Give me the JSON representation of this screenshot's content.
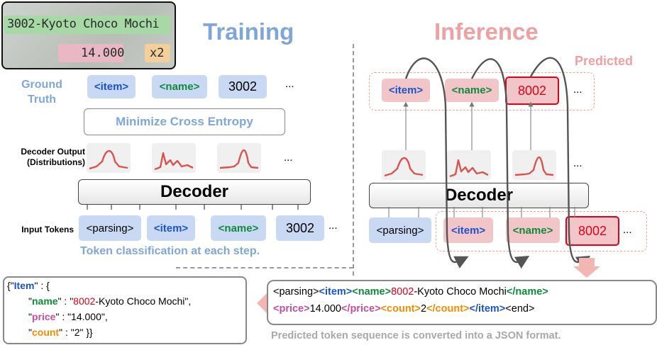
{
  "receipt": {
    "line1": "3002-Kyoto Choco Mochi",
    "price": "14.000",
    "count": "x2"
  },
  "training": {
    "title": "Training",
    "ground_truth_label": [
      "Ground",
      "Truth"
    ],
    "ground_truth_tokens": [
      "<item>",
      "<name>",
      "3002"
    ],
    "loss_label": "Minimize Cross Entropy",
    "decoder_output_label": [
      "Decoder Output",
      "(Distributions)"
    ],
    "decoder_label": "Decoder",
    "input_tokens_label": "Input Tokens",
    "input_tokens": [
      "<parsing>",
      "<item>",
      "<name>",
      "3002"
    ],
    "caption": "Token classification at each step.",
    "ellipsis": "..."
  },
  "inference": {
    "title": "Inference",
    "predicted_label": "Predicted",
    "predicted_tokens": [
      "<item>",
      "<name>",
      "8002"
    ],
    "decoder_label": "Decoder",
    "input_tokens": [
      "<parsing>",
      "<item>",
      "<name>",
      "8002"
    ],
    "ellipsis": "..."
  },
  "sequence": {
    "line1": [
      {
        "text": "<parsing>",
        "color": "plain"
      },
      {
        "text": "<item>",
        "color": "blue"
      },
      {
        "text": "<name>",
        "color": "green"
      },
      {
        "text": "8002",
        "color": "red"
      },
      {
        "text": "-Kyoto Choco Mochi",
        "color": "plain"
      },
      {
        "text": "</name>",
        "color": "green"
      }
    ],
    "line2": [
      {
        "text": "<price>",
        "color": "purple"
      },
      {
        "text": "14.000",
        "color": "plain"
      },
      {
        "text": "</price>",
        "color": "purple"
      },
      {
        "text": "<count>",
        "color": "orange"
      },
      {
        "text": "2",
        "color": "plain"
      },
      {
        "text": "</count>",
        "color": "orange"
      },
      {
        "text": "</item>",
        "color": "blue"
      },
      {
        "text": "<end>",
        "color": "plain"
      }
    ],
    "caption": "Predicted token sequence is converted into a JSON format."
  },
  "json": {
    "open": "{\"",
    "item_key": "Item",
    "item_sep": "\" : {",
    "name_open": "\"",
    "name_key": "name",
    "name_sep": "\" : \"",
    "name_num": "8002",
    "name_rest": "-Kyoto Choco Mochi\",",
    "price_open": "\"",
    "price_key": "price",
    "price_rest": "\" : \"14.000\",",
    "count_open": "\"",
    "count_key": "count",
    "count_rest": "\" : \"2\" }}"
  },
  "colors": {
    "training_title": "#7fa6d9",
    "inference_title": "#eea1a2",
    "token_blue_bg": "#c9d8f3",
    "token_pink_bg": "#f2c6c8",
    "tag_blue": "#1a53d0",
    "tag_green": "#0f8a3c",
    "tag_purple": "#c24fa0",
    "tag_orange": "#f08c00",
    "highlight_red": "#e0001a",
    "caption_blue": "#7fa6d9",
    "caption_gray": "#a8a8a8"
  }
}
